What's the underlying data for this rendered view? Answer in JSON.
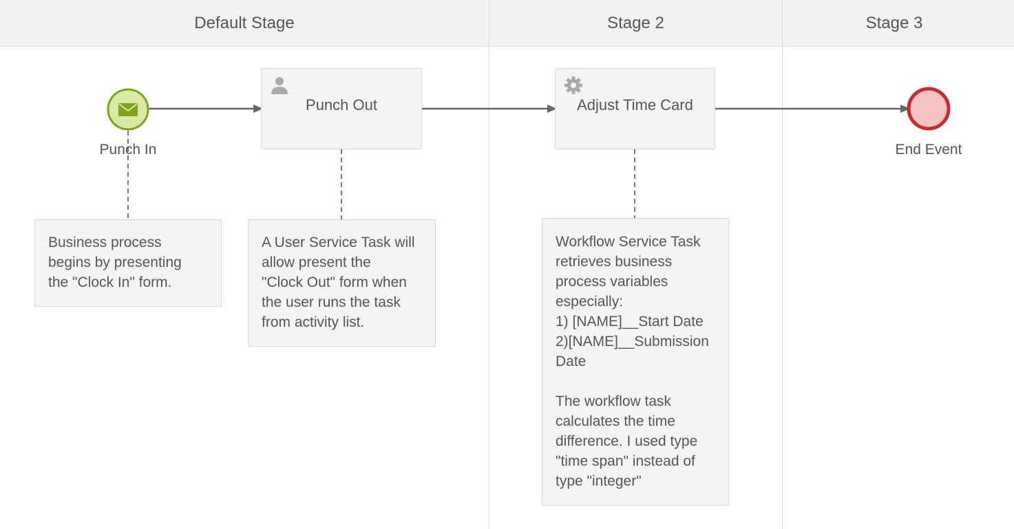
{
  "stages": [
    {
      "label": "Default Stage"
    },
    {
      "label": "Stage 2"
    },
    {
      "label": "Stage 3"
    }
  ],
  "events": {
    "start": {
      "label": "Punch In",
      "icon": "envelope-icon",
      "fill": "#d7eaa0",
      "stroke": "#7da31e"
    },
    "end": {
      "label": "End Event",
      "fill": "#f7c2c2",
      "stroke": "#c9282d"
    }
  },
  "tasks": {
    "user": {
      "label": "Punch Out",
      "icon": "user-icon"
    },
    "service": {
      "label": "Adjust Time Card",
      "icon": "gear-icon"
    }
  },
  "notes": {
    "start": "Business process\nbegins by presenting\nthe \"Clock In\" form.",
    "user": "A User Service Task will\nallow present the\n\"Clock Out\" form when\nthe user runs the task\nfrom activity list.",
    "service": "Workflow Service Task\nretrieves business\nprocess variables\nespecially:\n1) [NAME]__Start Date\n2)[NAME]__Submission\nDate\n\nThe workflow task\ncalculates the time\ndifference. I used type\n\"time span\" instead of\ntype \"integer\""
  },
  "colors": {
    "flow": "#666666",
    "association": "#777777",
    "header_bg": "#f2f2f2",
    "icon_gray": "#aaaaaa"
  }
}
